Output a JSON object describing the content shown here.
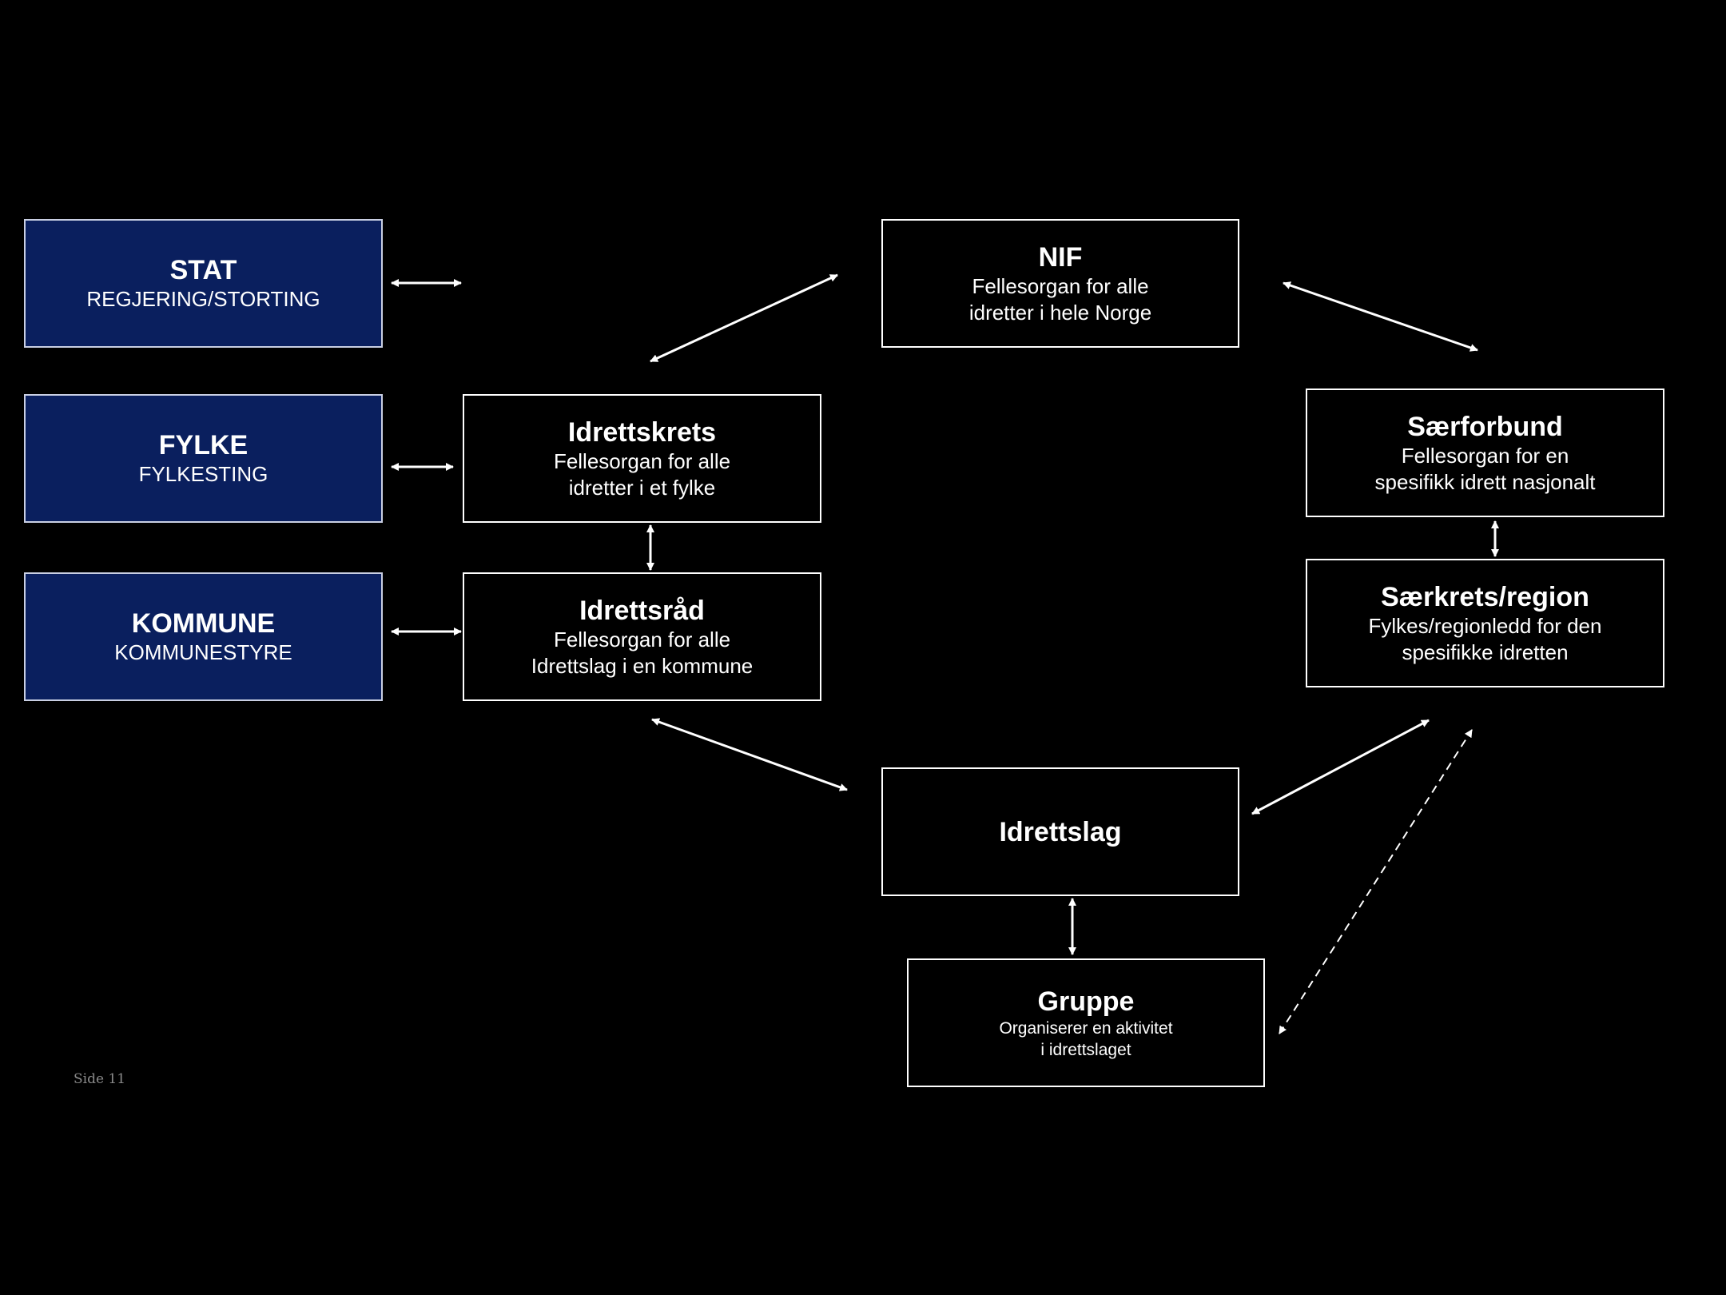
{
  "boxes": {
    "stat": {
      "title": "STAT",
      "sub": "REGJERING/STORTING"
    },
    "fylke": {
      "title": "FYLKE",
      "sub": "FYLKESTING"
    },
    "kommune": {
      "title": "KOMMUNE",
      "sub": "KOMMUNESTYRE"
    },
    "nif": {
      "title": "NIF",
      "sub": "Fellesorgan for alle\nidretter i hele Norge"
    },
    "idrettskrets": {
      "title": "Idrettskrets",
      "sub": "Fellesorgan for alle\nidretter i et fylke"
    },
    "idrettsrad": {
      "title": "Idrettsråd",
      "sub": "Fellesorgan for alle\nIdrettslag  i en kommune"
    },
    "saerforbund": {
      "title": "Særforbund",
      "sub": "Fellesorgan for en\nspesifikk idrett nasjonalt"
    },
    "saerkrets": {
      "title": "Særkrets/region",
      "sub": "Fylkes/regionledd for den\nspesifikke idretten"
    },
    "idrettslag": {
      "title": "Idrettslag"
    },
    "gruppe": {
      "title": "Gruppe",
      "sub": "Organiserer  en aktivitet\ni idrettslaget"
    }
  },
  "footer": "Side 11",
  "colors": {
    "background": "#000000",
    "government_box": "#0a1f5e",
    "line": "#ffffff"
  }
}
